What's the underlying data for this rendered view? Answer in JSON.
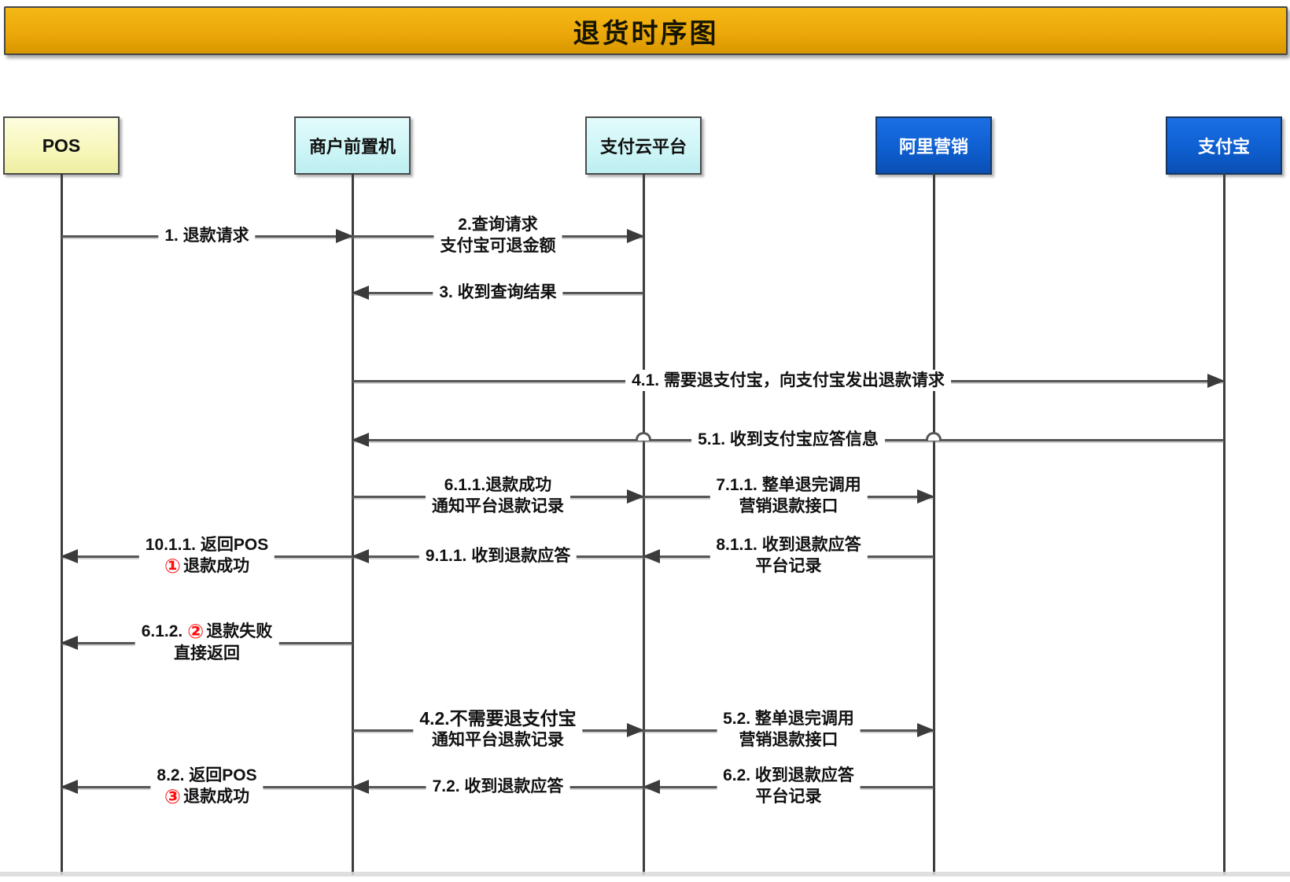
{
  "title": "退货时序图",
  "actors": {
    "pos": "POS",
    "merchant_front": "商户前置机",
    "pay_cloud": "支付云平台",
    "ali_marketing": "阿里营销",
    "alipay": "支付宝"
  },
  "colors": {
    "title_gold": "#EDA90A",
    "actor_yellow": "#F5F5B4",
    "actor_cyan": "#CDF5F6",
    "actor_blue": "#0E5FD0",
    "badge_red": "#FF0E0E",
    "line_gray": "#565656"
  },
  "messages": {
    "m1": {
      "text": "1. 退款请求"
    },
    "m2": {
      "line1": "2.查询请求",
      "line2": "支付宝可退金额"
    },
    "m3": {
      "text": "3. 收到查询结果"
    },
    "m41": {
      "text": "4.1. 需要退支付宝，向支付宝发出退款请求"
    },
    "m51": {
      "text": "5.1. 收到支付宝应答信息"
    },
    "m611": {
      "line1": "6.1.1.退款成功",
      "line2": "通知平台退款记录"
    },
    "m711": {
      "line1": "7.1.1. 整单退完调用",
      "line2": "营销退款接口"
    },
    "m811": {
      "line1": "8.1.1. 收到退款应答",
      "line2": "平台记录"
    },
    "m911": {
      "text": "9.1.1. 收到退款应答"
    },
    "m1011": {
      "line1": "10.1.1. 返回POS",
      "badge": "①",
      "line2_rest": "退款成功"
    },
    "m612": {
      "prefix": "6.1.2.",
      "badge": "②",
      "line1_rest": "退款失败",
      "line2": "直接返回"
    },
    "m42": {
      "line1": "4.2.不需要退支付宝",
      "line2": "通知平台退款记录"
    },
    "m52": {
      "line1": "5.2. 整单退完调用",
      "line2": "营销退款接口"
    },
    "m62": {
      "line1": "6.2. 收到退款应答",
      "line2": "平台记录"
    },
    "m72": {
      "text": "7.2. 收到退款应答"
    },
    "m82": {
      "line1": "8.2. 返回POS",
      "badge": "③",
      "line2_rest": "退款成功"
    }
  }
}
